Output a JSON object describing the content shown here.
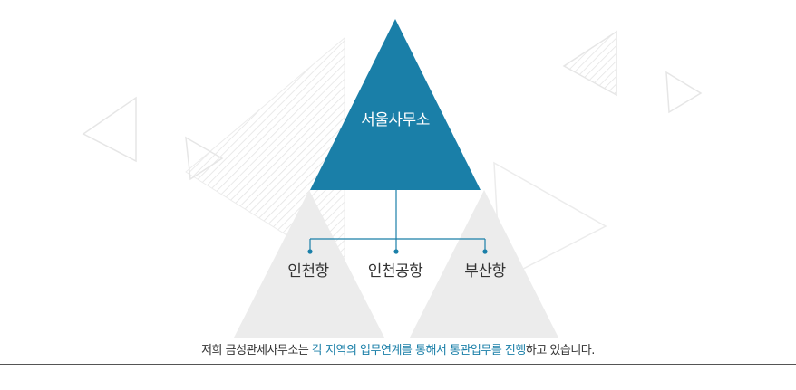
{
  "diagram": {
    "main_node": "서울사무소",
    "branches": [
      "인천항",
      "인천공항",
      "부산항"
    ]
  },
  "caption": {
    "prefix": "저희 금성관세사무소는 ",
    "highlight_1": "각 지역의 업무연계를 통해서 통관업무를 진",
    "highlight_2": "행",
    "suffix": "하고 있습니다."
  },
  "colors": {
    "main_triangle": "#1a7fa8",
    "connector": "#1a7fa8",
    "ghost_triangle": "#ececec",
    "highlight_text": "#1a7fa8"
  }
}
